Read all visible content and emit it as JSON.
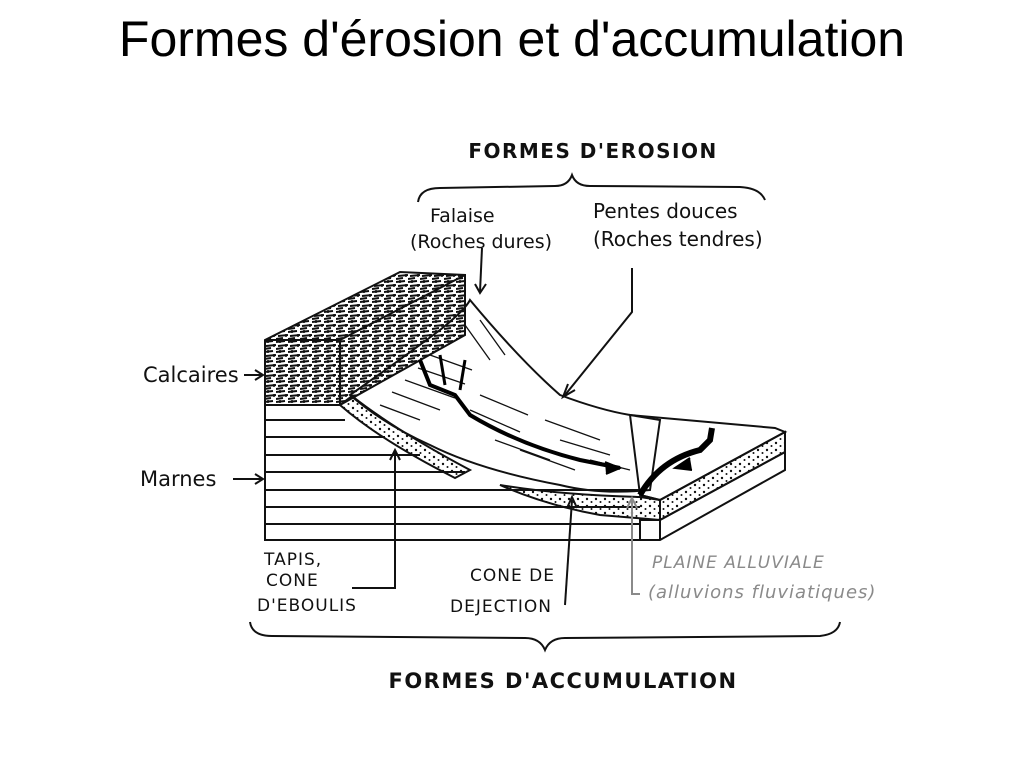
{
  "title": "Formes d'érosion et d'accumulation",
  "diagram": {
    "header_top": "FORMES D'EROSION",
    "header_bottom": "FORMES D'ACCUMULATION",
    "labels": {
      "falaise_1": "Falaise",
      "falaise_2": "(Roches dures)",
      "pentes_1": "Pentes douces",
      "pentes_2": "(Roches tendres)",
      "calcaires": "Calcaires",
      "marnes": "Marnes",
      "tapis_1": "TAPIS,",
      "tapis_2": "CONE",
      "tapis_3": "D'EBOULIS",
      "cone_1": "CONE DE",
      "cone_2": "DEJECTION",
      "plaine_1": "PLAINE ALLUVIALE",
      "plaine_2": "(alluvions fluviatiques)"
    },
    "colors": {
      "ink": "#111111",
      "grey": "#8a8a8a"
    }
  }
}
